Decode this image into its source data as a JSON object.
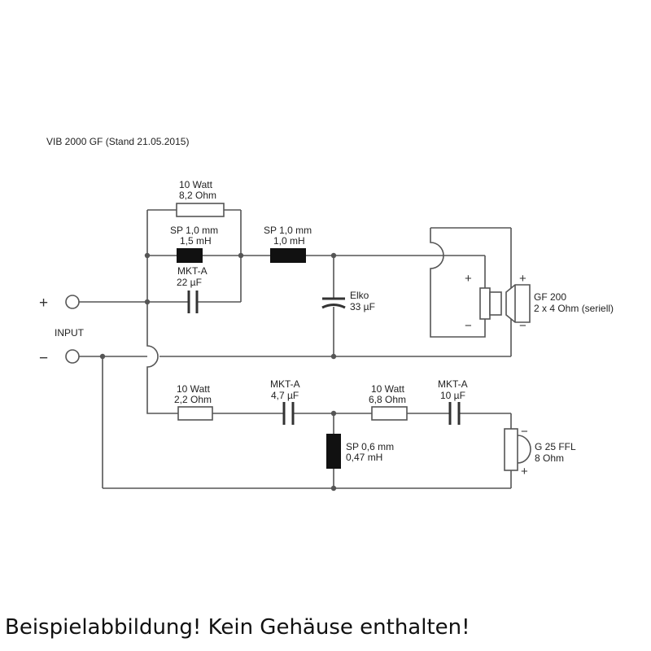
{
  "title": "VIB 2000 GF (Stand 21.05.2015)",
  "input": {
    "label": "INPUT",
    "plus": "+",
    "minus": "−"
  },
  "components": {
    "r1": {
      "line1": "10 Watt",
      "line2": "8,2 Ohm"
    },
    "l1": {
      "line1": "SP 1,0 mm",
      "line2": "1,5 mH"
    },
    "c1": {
      "line1": "MKT-A",
      "line2": "22 µF"
    },
    "l2": {
      "line1": "SP 1,0 mm",
      "line2": "1,0 mH"
    },
    "c2": {
      "line1": "Elko",
      "line2": "33 µF"
    },
    "woofer": {
      "line1": "GF 200",
      "line2": "2 x 4 Ohm (seriell)"
    },
    "r2": {
      "line1": "10 Watt",
      "line2": "2,2 Ohm"
    },
    "c3": {
      "line1": "MKT-A",
      "line2": "4,7 µF"
    },
    "r3": {
      "line1": "10 Watt",
      "line2": "6,8 Ohm"
    },
    "c4": {
      "line1": "MKT-A",
      "line2": "10 µF"
    },
    "l3": {
      "line1": "SP 0,6 mm",
      "line2": "0,47 mH"
    },
    "tweeter": {
      "line1": "G 25 FFL",
      "line2": "8 Ohm"
    }
  },
  "polarity": {
    "plus": "+",
    "minus": "−"
  },
  "footer": "Beispielabbildung! Kein Gehäuse enthalten!"
}
